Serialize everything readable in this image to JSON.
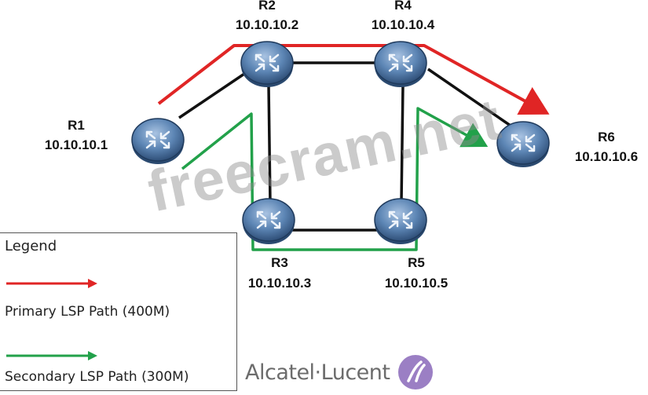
{
  "routers": [
    {
      "id": "R1",
      "address": "10.10.10.1"
    },
    {
      "id": "R2",
      "address": "10.10.10.2"
    },
    {
      "id": "R3",
      "address": "10.10.10.3"
    },
    {
      "id": "R4",
      "address": "10.10.10.4"
    },
    {
      "id": "R5",
      "address": "10.10.10.5"
    },
    {
      "id": "R6",
      "address": "10.10.10.6"
    }
  ],
  "links": [
    [
      "R1",
      "R2"
    ],
    [
      "R2",
      "R4"
    ],
    [
      "R2",
      "R3"
    ],
    [
      "R4",
      "R5"
    ],
    [
      "R3",
      "R5"
    ],
    [
      "R4",
      "R6"
    ]
  ],
  "primary_path": {
    "routers": [
      "R1",
      "R2",
      "R4",
      "R6"
    ],
    "color": "#e02525"
  },
  "secondary_path": {
    "routers": [
      "R1",
      "R3",
      "R5",
      "R6"
    ],
    "color": "#22a14a"
  },
  "legend": {
    "title": "Legend",
    "primary_label": "Primary LSP Path (400M)",
    "secondary_label": "Secondary LSP Path (300M)"
  },
  "watermark": "freecram.net",
  "brand": {
    "name": "Alcatel·Lucent",
    "logo_color": "#9b7fc4"
  },
  "colors": {
    "router_fill": "#5d86b5",
    "link": "#111111"
  }
}
